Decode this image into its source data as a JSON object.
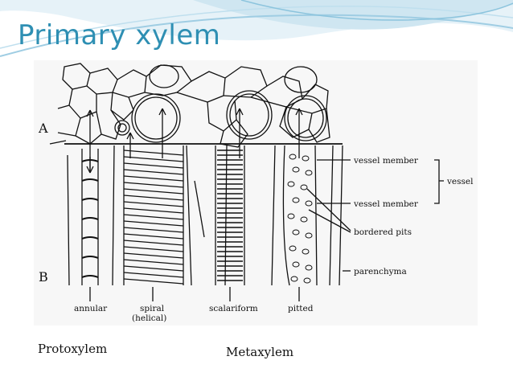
{
  "slide": {
    "title": "Primary xylem",
    "captions": {
      "protoxylem": "Protoxylem",
      "metaxylem": "Metaxylem"
    }
  },
  "diagram": {
    "section_markers": [
      "A",
      "B"
    ],
    "cell_types": [
      "annular",
      "spiral",
      "(helical)",
      "scalariform",
      "pitted"
    ],
    "annotations": {
      "vessel_member_1": "vessel member",
      "vessel_member_2": "vessel member",
      "vessel": "vessel",
      "bordered_pits": "bordered pits",
      "parenchyma": "parenchyma"
    }
  },
  "theme": {
    "accent": "#2e8fb3",
    "wave_light": "#cfe6f1",
    "wave_mid": "#9fcde3"
  }
}
